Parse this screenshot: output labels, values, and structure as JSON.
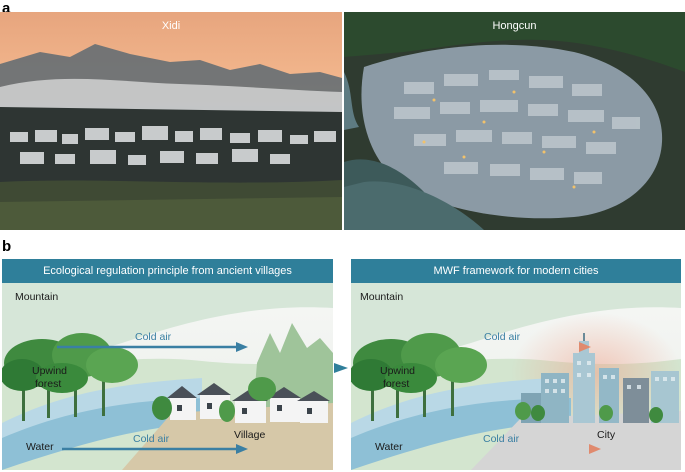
{
  "panel_a": {
    "letter": "a",
    "photos": [
      {
        "label": "Xidi"
      },
      {
        "label": "Hongcun"
      }
    ]
  },
  "panel_b": {
    "letter": "b",
    "left": {
      "header": "Ecological regulation principle from ancient villages",
      "mountain": "Mountain",
      "cold_air_top": "Cold air",
      "upwind_forest_line1": "Upwind",
      "upwind_forest_line2": "forest",
      "water": "Water",
      "cold_air_bottom": "Cold air",
      "settlement": "Village"
    },
    "right": {
      "header": "MWF framework for modern cities",
      "mountain": "Mountain",
      "cold_air_top": "Cold air",
      "upwind_forest_line1": "Upwind",
      "upwind_forest_line2": "forest",
      "water": "Water",
      "cold_air_bottom": "Cold air",
      "settlement": "City"
    }
  },
  "colors": {
    "header": "#2f7f9a",
    "air_arrow": "#3a7fa3",
    "warm_arrow": "#e08a6e"
  }
}
